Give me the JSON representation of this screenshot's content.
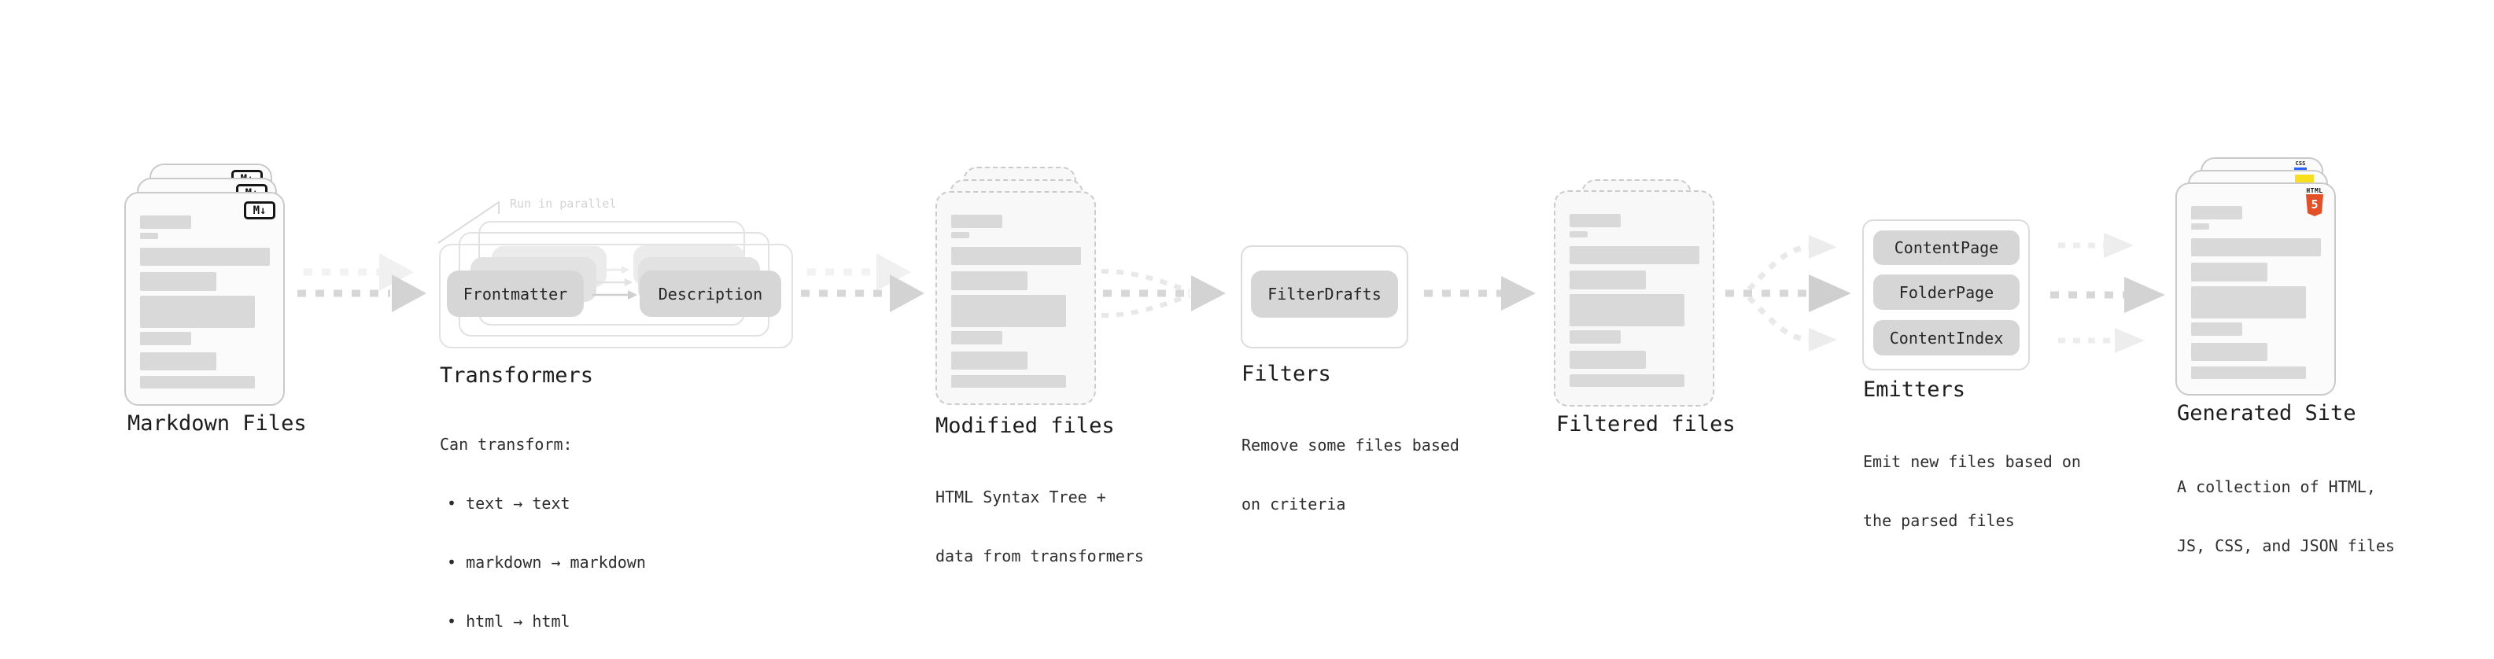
{
  "stages": {
    "markdown_files": {
      "title": "Markdown Files",
      "badge": "M↓"
    },
    "transformers": {
      "title": "Transformers",
      "note": "Run in parallel",
      "pill_left": "Frontmatter",
      "pill_right": "Description",
      "desc_heading": "Can transform:",
      "bullets": [
        "• text → text",
        "• markdown → markdown",
        "• html → html"
      ]
    },
    "modified_files": {
      "title": "Modified files",
      "desc_line1": "HTML Syntax Tree +",
      "desc_line2": "data from transformers"
    },
    "filters": {
      "title": "Filters",
      "pill": "FilterDrafts",
      "desc_line1": "Remove some files based",
      "desc_line2": "on criteria"
    },
    "filtered_files": {
      "title": "Filtered files"
    },
    "emitters": {
      "title": "Emitters",
      "pills": [
        "ContentPage",
        "FolderPage",
        "ContentIndex"
      ],
      "desc_line1": "Emit new files based on",
      "desc_line2": "the parsed files"
    },
    "generated_site": {
      "title": "Generated Site",
      "desc_line1": "A collection of HTML,",
      "desc_line2": "JS, CSS, and JSON files",
      "badges": {
        "css": "CSS",
        "html_label": "HTML",
        "html_number": "5"
      }
    }
  },
  "colors": {
    "html5_orange": "#e34f26",
    "js_yellow": "#f7df1e",
    "css_blue": "#2962ff",
    "pill_gray": "#d6d6d6",
    "skeleton_gray": "#d9d9d9"
  }
}
